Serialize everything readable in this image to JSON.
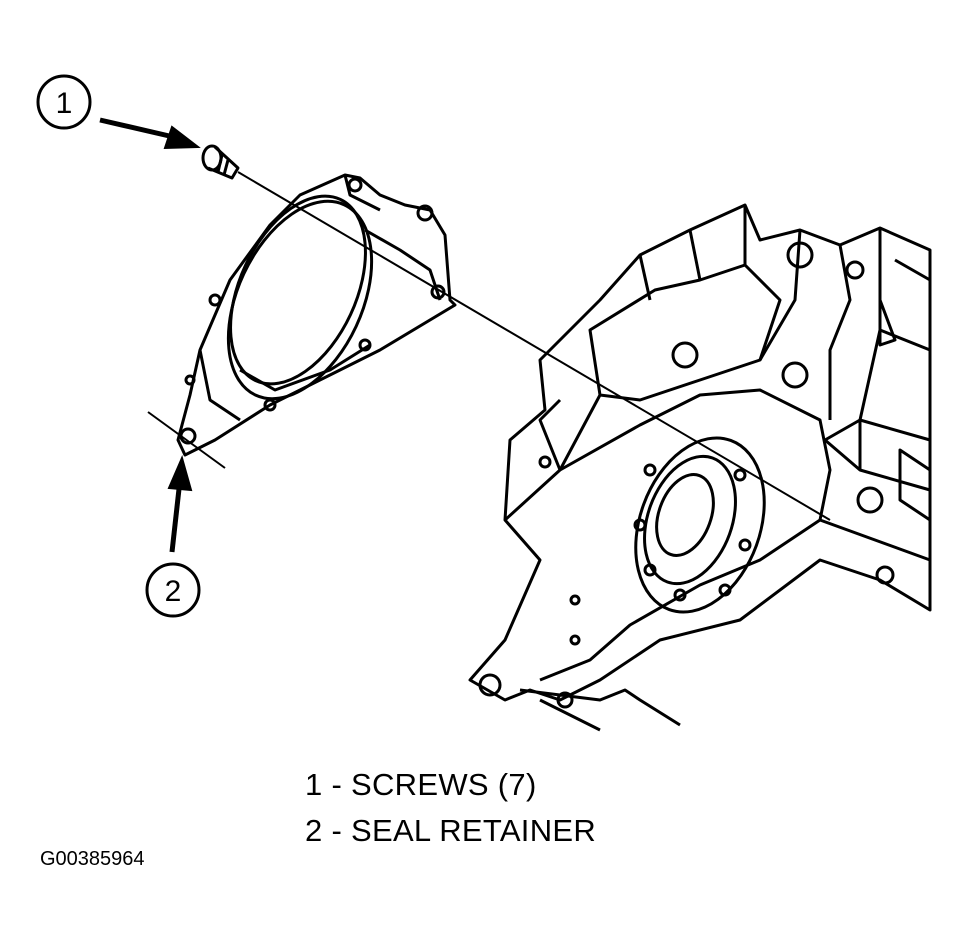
{
  "callouts": [
    {
      "number": "1"
    },
    {
      "number": "2"
    }
  ],
  "legend": [
    {
      "number": "1",
      "separator": " - ",
      "label": "SCREWS (7)"
    },
    {
      "number": "2",
      "separator": " - ",
      "label": "SEAL RETAINER"
    }
  ],
  "figure_id": "G00385964",
  "colors": {
    "line": "#000000",
    "background": "#ffffff"
  }
}
